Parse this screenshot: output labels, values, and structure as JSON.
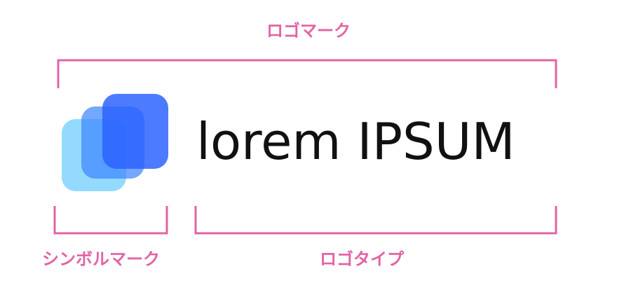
{
  "labels": {
    "logomark": "ロゴマーク",
    "symbolmark": "シンボルマーク",
    "logotype": "ロゴタイプ"
  },
  "logo": {
    "wordmark": "lorem IPSUM",
    "symbol_colors": [
      "#8ed8ff",
      "#3f86ff",
      "#2a62ff"
    ]
  },
  "colors": {
    "annotation": "#e264a4",
    "wordmark": "#111111"
  }
}
